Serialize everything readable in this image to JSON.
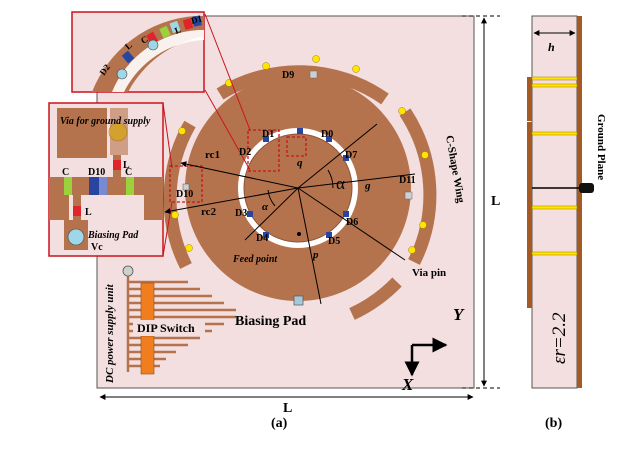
{
  "labels": {
    "dimension_L_bottom": "L",
    "dimension_L_right": "L",
    "dimension_h": "h",
    "ground_plane": "Ground Plane",
    "epsilon": "εr=2.2",
    "fig_a": "(a)",
    "fig_b": "(b)",
    "biasing_pad": "Biasing Pad",
    "dip_switch": "DIP Switch",
    "dc_power": "DC power supply unit",
    "feed_point": "Feed point",
    "via_pin": "Via pin",
    "c_shape_wing": "C-Shape Wing",
    "axis_y": "Y",
    "axis_x": "X",
    "alpha_big": "α",
    "alpha_small": "α",
    "g": "g",
    "q": "q",
    "p": "p",
    "rc1": "rc1",
    "rc2": "rc2",
    "via_ground": "Via for ground supply",
    "inset_biasing_pad": "Biasing Pad",
    "vc": "Vc",
    "inset_c_left": "C",
    "inset_c_right": "C",
    "inset_d10": "D10",
    "inset_l_top": "L",
    "inset_l_bottom": "L",
    "inset2_d2": "D2",
    "inset2_l1": "L",
    "inset2_c": "C",
    "inset2_l2": "L",
    "inset2_d1": "D1",
    "d0": "D0",
    "d1": "D1",
    "d2": "D2",
    "d3": "D3",
    "d4": "D4",
    "d5": "D5",
    "d6": "D6",
    "d7": "D7",
    "d9": "D9",
    "d10": "D10",
    "d11": "D11"
  },
  "colors": {
    "substrate": "#f3dfdf",
    "copper": "#b5734d",
    "copper_dark": "#8e5236",
    "via_yellow": "#ffe600",
    "diode_blue": "#2846a0",
    "inductor_red": "#e0242c",
    "capacitor_green": "#9bd23c",
    "callout_red": "#c9141c",
    "via_light_blue": "#9fd6e8",
    "switch_orange": "#f07d1e",
    "ground_copper": "#a65a22"
  }
}
